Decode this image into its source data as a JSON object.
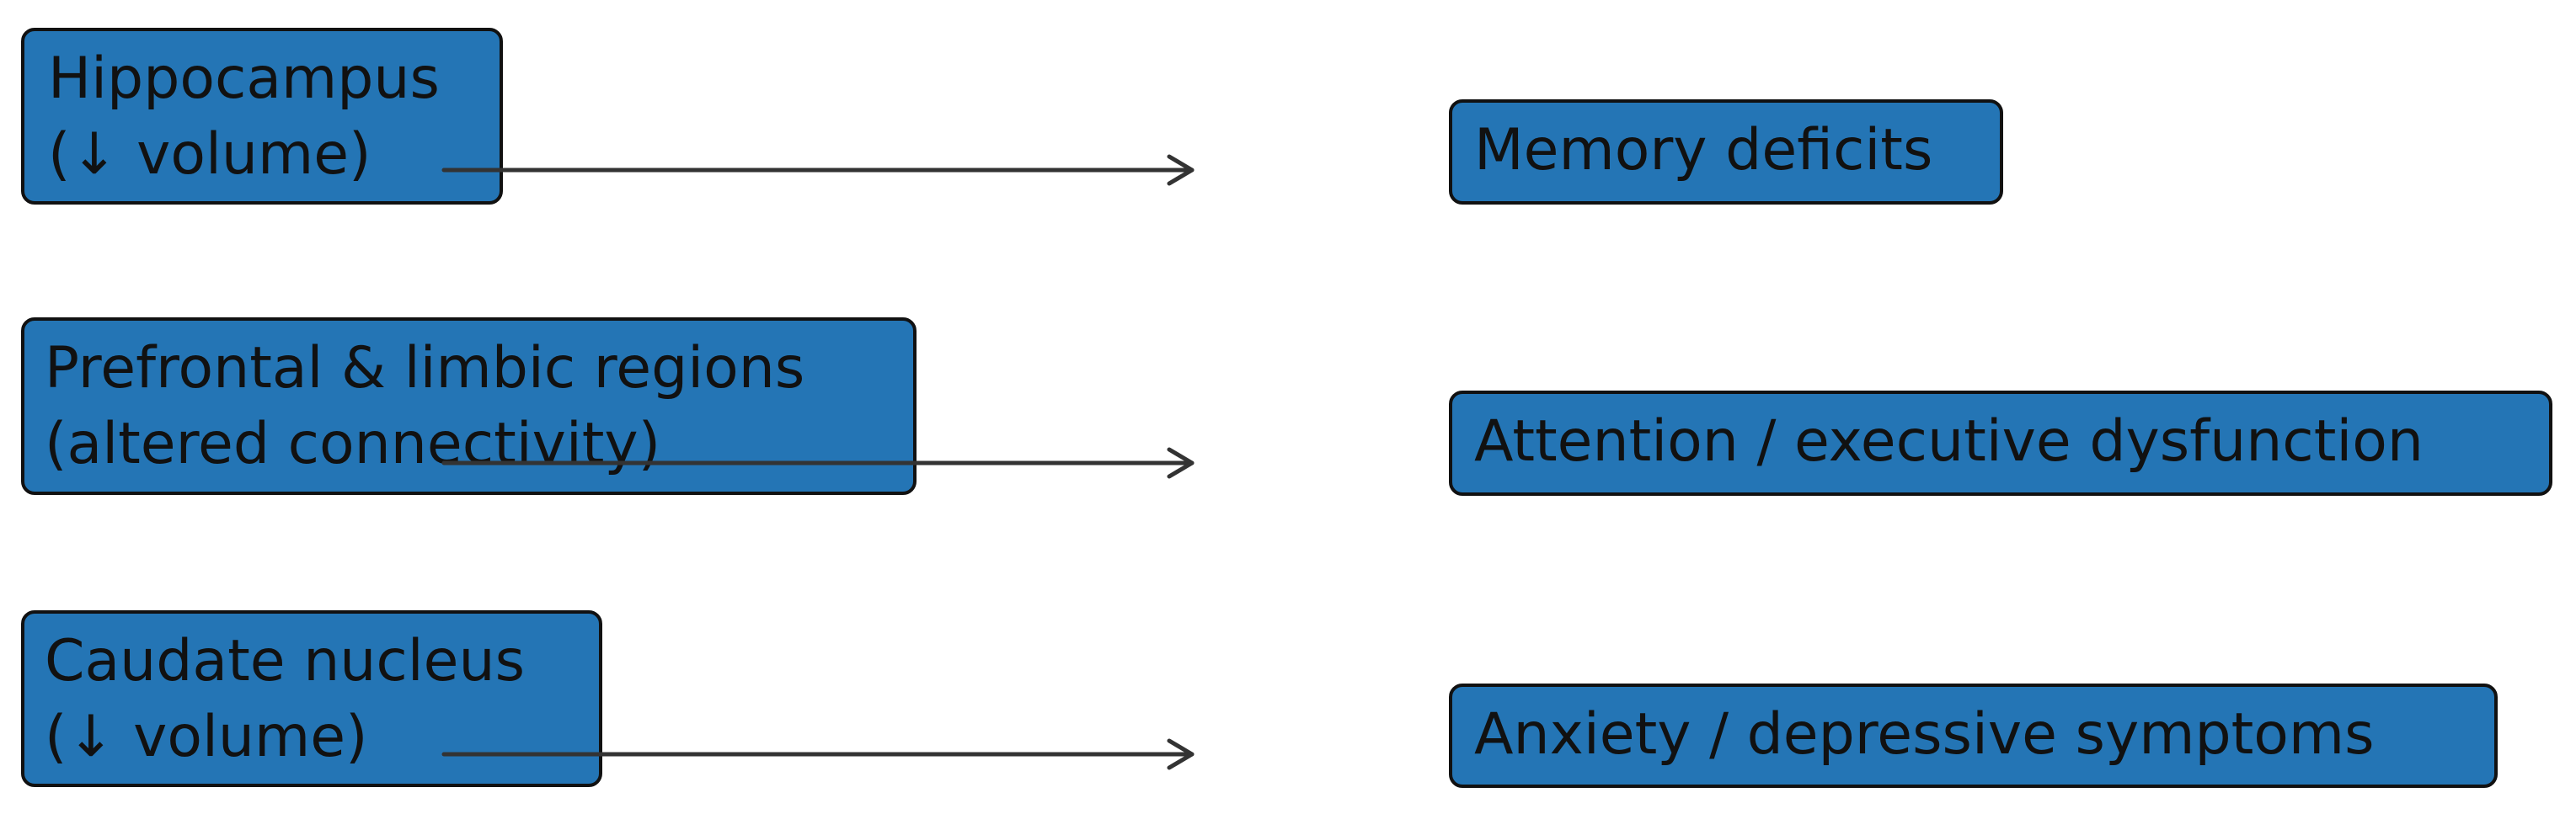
{
  "diagram": {
    "source_nodes": [
      {
        "line1": "Hippocampus",
        "line2": "(↓ volume)"
      },
      {
        "line1": "Prefrontal & limbic regions",
        "line2": "(altered connectivity)"
      },
      {
        "line1": "Caudate nucleus",
        "line2": "(↓ volume)"
      }
    ],
    "target_nodes": [
      {
        "label": "Memory deficits"
      },
      {
        "label": "Attention / executive dysfunction"
      },
      {
        "label": "Anxiety / depressive symptoms"
      }
    ],
    "edges": [
      {
        "from": "Hippocampus",
        "to": "Memory deficits"
      },
      {
        "from": "Prefrontal & limbic regions",
        "to": "Attention / executive dysfunction"
      },
      {
        "from": "Caudate nucleus",
        "to": "Anxiety / depressive symptoms"
      }
    ],
    "colors": {
      "node_fill": "#2475b5",
      "node_border": "#111111",
      "arrow": "#333333"
    }
  }
}
